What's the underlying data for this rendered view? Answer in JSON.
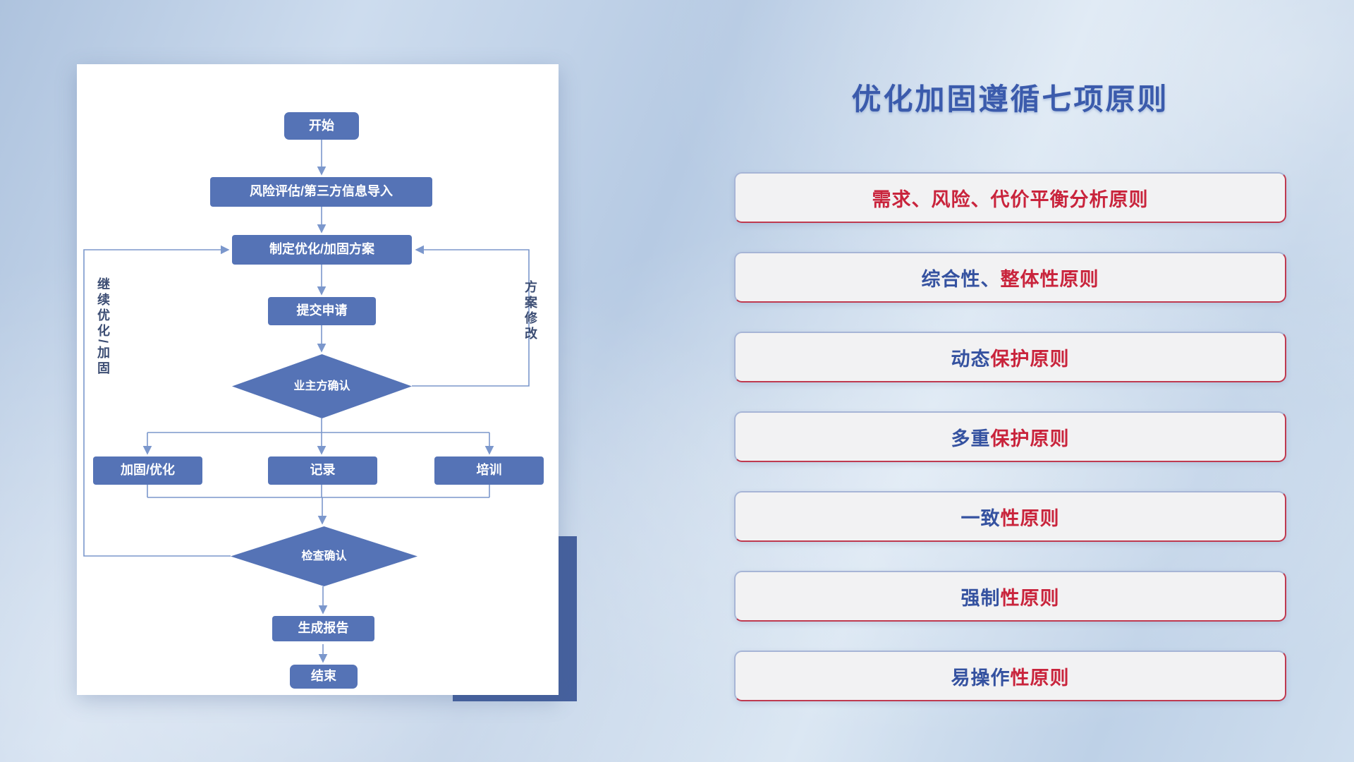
{
  "colors": {
    "principle_red": "#c9243c",
    "principle_blue": "#3552a0",
    "title_blue": "#3b5bac",
    "node_fill": "#5573b6",
    "connector": "#7b97cc",
    "shadow_block": "#46619e",
    "principle_box_bg": "#f2f2f3",
    "card_bg": "#ffffff"
  },
  "flowchart": {
    "nodes": {
      "start": "开始",
      "risk_import": "风险评估/第三方信息导入",
      "make_plan": "制定优化/加固方案",
      "submit": "提交申请",
      "owner_confirm": "业主方确认",
      "reinforce": "加固/优化",
      "record": "记录",
      "training": "培训",
      "check_confirm": "检查确认",
      "report": "生成报告",
      "end": "结束"
    },
    "loop_labels": {
      "left": "继续优化/加固",
      "right": "方案修改"
    }
  },
  "principles": {
    "title": "优化加固遵循七项原则",
    "items": [
      {
        "segments": [
          {
            "text": "需求、风险、代价平衡分析原则",
            "color": "principle_red"
          }
        ]
      },
      {
        "segments": [
          {
            "text": "综合性、",
            "color": "principle_blue"
          },
          {
            "text": "整体性原则",
            "color": "principle_red"
          }
        ]
      },
      {
        "segments": [
          {
            "text": "动态",
            "color": "principle_blue"
          },
          {
            "text": "保护原则",
            "color": "principle_red"
          }
        ]
      },
      {
        "segments": [
          {
            "text": "多重",
            "color": "principle_blue"
          },
          {
            "text": "保护原则",
            "color": "principle_red"
          }
        ]
      },
      {
        "segments": [
          {
            "text": "一致",
            "color": "principle_blue"
          },
          {
            "text": "性原则",
            "color": "principle_red"
          }
        ]
      },
      {
        "segments": [
          {
            "text": "强制",
            "color": "principle_blue"
          },
          {
            "text": "性原则",
            "color": "principle_red"
          }
        ]
      },
      {
        "segments": [
          {
            "text": "易操作",
            "color": "principle_blue"
          },
          {
            "text": "性原则",
            "color": "principle_red"
          }
        ]
      }
    ]
  }
}
